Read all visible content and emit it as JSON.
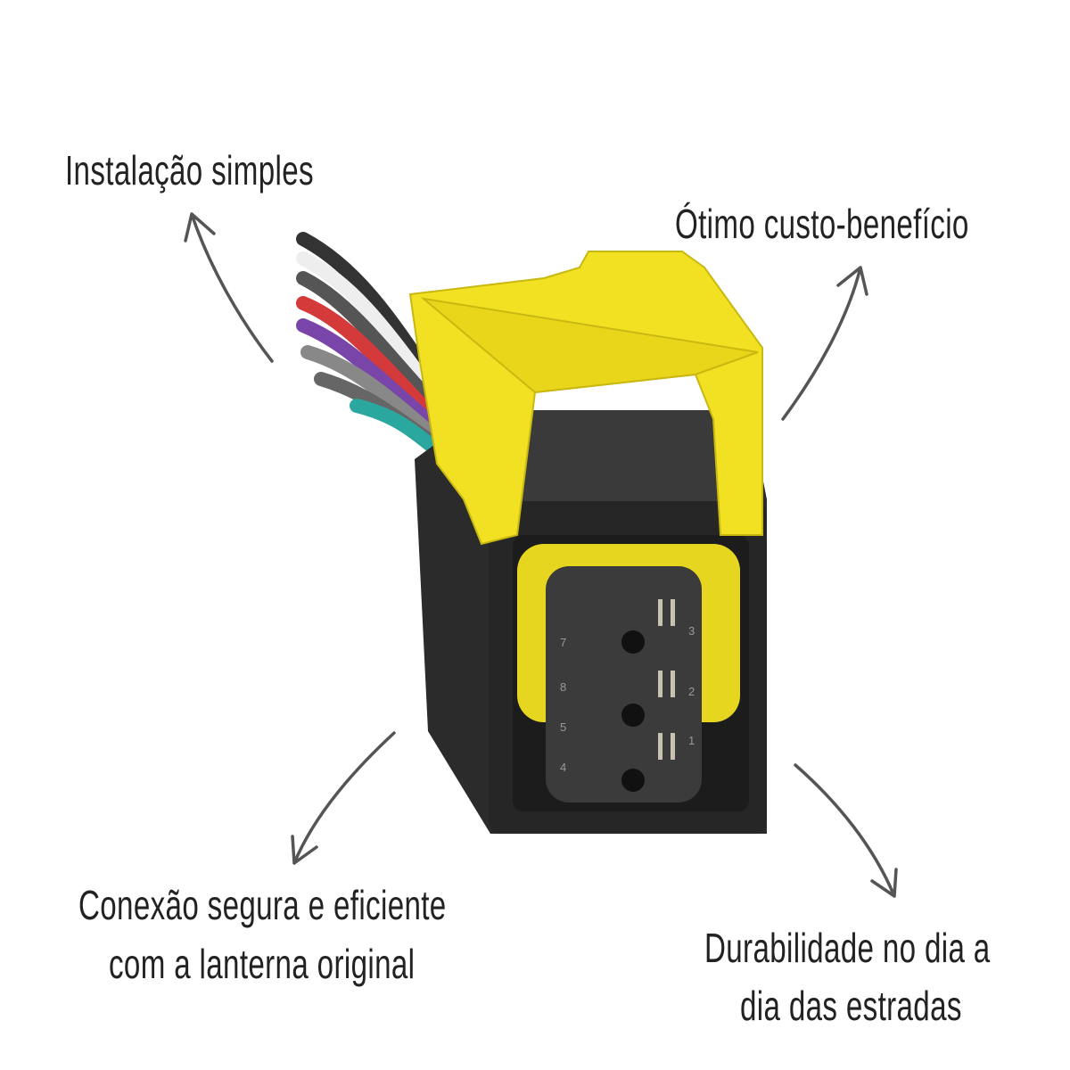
{
  "captions": {
    "top_left": "Instalação simples",
    "top_right": "Ótimo custo-benefício",
    "bottom_left_line1": "Conexão segura e eficiente",
    "bottom_left_line2": "com a lanterna original",
    "bottom_right_line1": "Durabilidade no dia a",
    "bottom_right_line2": "dia das estradas"
  },
  "pin_numbers": [
    "7",
    "3",
    "8",
    "2",
    "5",
    "1",
    "4"
  ],
  "colors": {
    "latch": "#f2e023",
    "housing": "#2b2b2b",
    "arrow": "#555555",
    "text": "#222222"
  }
}
